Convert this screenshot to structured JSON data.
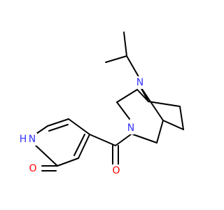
{
  "colors": {
    "bond": "#000000",
    "nitrogen": "#3333ff",
    "oxygen": "#ff0000",
    "background": "#ffffff"
  },
  "atoms": {
    "nh": {
      "text": "N",
      "color": "#3333ff"
    },
    "h": {
      "text": "H",
      "color": "#3333ff"
    },
    "o_pyridone": {
      "text": "O",
      "color": "#ff0000"
    },
    "o_carbonyl": {
      "text": "O",
      "color": "#ff0000"
    },
    "n_amide": {
      "text": "N",
      "color": "#3333ff"
    },
    "n_bridge": {
      "text": "N",
      "color": "#3333ff"
    }
  }
}
